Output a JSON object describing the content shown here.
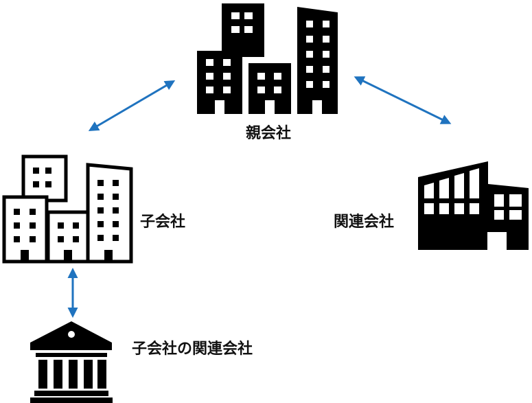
{
  "labels": {
    "parent": "親会社",
    "subsidiary": "子会社",
    "affiliate": "関連会社",
    "subsidiary_affiliate": "子会社の関連会社"
  },
  "colors": {
    "icon": "#000000",
    "arrow": "#1f73bf",
    "text": "#111111",
    "background": "#ffffff"
  },
  "icons": {
    "parent": "office-buildings-icon",
    "subsidiary": "office-buildings-outline-icon",
    "affiliate": "factory-icon",
    "subsidiary_affiliate": "bank-building-icon"
  }
}
